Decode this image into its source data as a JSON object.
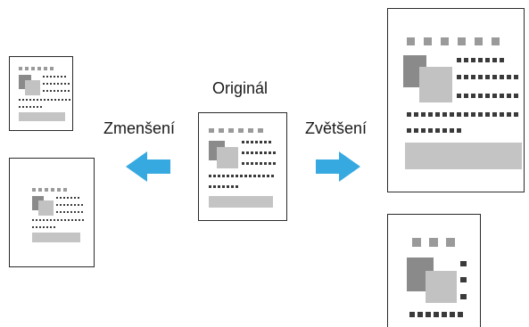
{
  "labels": {
    "original": "Originál",
    "reduce": "Zmenšení",
    "enlarge": "Zvětšení"
  },
  "colors": {
    "arrow": "#36a9e1",
    "page_border": "#2a2a2a",
    "dark_block": "#8a8a8a",
    "light_block": "#c2c2c2",
    "text_dots": "#3a3a3a"
  },
  "icons": {
    "arrow_left": "arrow-left-icon",
    "arrow_right": "arrow-right-icon"
  }
}
